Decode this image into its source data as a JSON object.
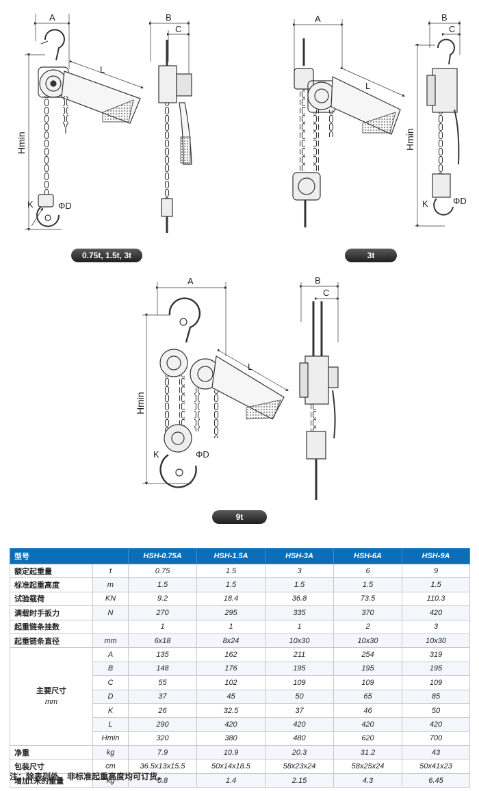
{
  "drawings": {
    "view1": {
      "dims": {
        "a": "A",
        "l": "L",
        "hmin": "Hmin",
        "k": "K",
        "d": "ΦD"
      },
      "caption": "0.75t, 1.5t, 3t"
    },
    "side1": {
      "dims": {
        "b": "B",
        "c": "C"
      }
    },
    "view2": {
      "dims": {
        "a": "A",
        "l": "L"
      }
    },
    "side2": {
      "dims": {
        "b": "B",
        "c": "C",
        "hmin": "Hmin",
        "k": "K",
        "d": "ΦD"
      },
      "caption": "3t"
    },
    "view3": {
      "dims": {
        "a": "A",
        "l": "L",
        "hmin": "Hmin",
        "k": "K",
        "d": "ΦD"
      },
      "caption": "9t"
    },
    "side3": {
      "dims": {
        "b": "B",
        "c": "C"
      }
    }
  },
  "spec_table": {
    "header": {
      "label": "型号",
      "models": [
        "HSH-0.75A",
        "HSH-1.5A",
        "HSH-3A",
        "HSH-6A",
        "HSH-9A"
      ]
    },
    "rows": [
      {
        "name": "额定起重量",
        "unit": "t",
        "values": [
          "0.75",
          "1.5",
          "3",
          "6",
          "9"
        ]
      },
      {
        "name": "标准起重高度",
        "unit": "m",
        "values": [
          "1.5",
          "1.5",
          "1.5",
          "1.5",
          "1.5"
        ]
      },
      {
        "name": "试验载荷",
        "unit": "KN",
        "values": [
          "9.2",
          "18.4",
          "36.8",
          "73.5",
          "110.3"
        ]
      },
      {
        "name": "满载时手扳力",
        "unit": "N",
        "values": [
          "270",
          "295",
          "335",
          "370",
          "420"
        ]
      },
      {
        "name": "起重链条挂数",
        "unit": "",
        "values": [
          "1",
          "1",
          "1",
          "2",
          "3"
        ]
      },
      {
        "name": "起重链条直径",
        "unit": "mm",
        "values": [
          "6x18",
          "8x24",
          "10x30",
          "10x30",
          "10x30"
        ]
      }
    ],
    "dimensions": {
      "name": "主要尺寸",
      "unit": "mm",
      "rows": [
        {
          "sub": "A",
          "values": [
            "135",
            "162",
            "211",
            "254",
            "319"
          ]
        },
        {
          "sub": "B",
          "values": [
            "148",
            "176",
            "195",
            "195",
            "195"
          ]
        },
        {
          "sub": "C",
          "values": [
            "55",
            "102",
            "109",
            "109",
            "109"
          ]
        },
        {
          "sub": "D",
          "values": [
            "37",
            "45",
            "50",
            "65",
            "85"
          ]
        },
        {
          "sub": "K",
          "values": [
            "26",
            "32.5",
            "37",
            "46",
            "50"
          ]
        },
        {
          "sub": "L",
          "values": [
            "290",
            "420",
            "420",
            "420",
            "420"
          ]
        },
        {
          "sub": "Hmin",
          "values": [
            "320",
            "380",
            "480",
            "620",
            "700"
          ]
        }
      ]
    },
    "tail_rows": [
      {
        "name": "净重",
        "unit": "kg",
        "values": [
          "7.9",
          "10.9",
          "20.3",
          "31.2",
          "43"
        ]
      },
      {
        "name": "包装尺寸",
        "unit": "cm",
        "values": [
          "36.5x13x15.5",
          "50x14x18.5",
          "58x23x24",
          "58x25x24",
          "50x41x23"
        ]
      },
      {
        "name": "增加1米的重量",
        "unit": "kg",
        "values": [
          "0.8",
          "1.4",
          "2.15",
          "4.3",
          "6.45"
        ]
      }
    ]
  },
  "note": "注：除表列外，非标准起重高度均可订货。",
  "colors": {
    "header_blue": "#0a6fb8",
    "pill_dark": "#2a2a2a",
    "line": "#333333"
  }
}
